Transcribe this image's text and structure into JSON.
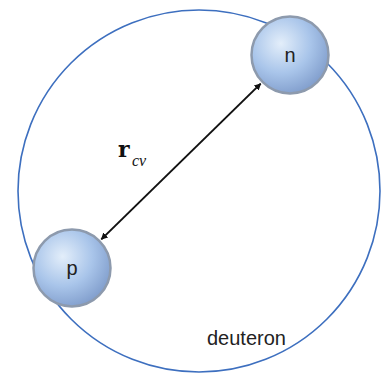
{
  "diagram": {
    "nodes": [
      {
        "text": [
          "deuteron"
        ]
      },
      {
        "text": [
          "p"
        ],
        "in": 0
      },
      {
        "text": [
          "n"
        ],
        "in": 0
      }
    ],
    "edges": [
      {
        "from": 1,
        "to": 2,
        "arrow": "both",
        "label": "r"
      }
    ],
    "labels": [
      "cv"
    ]
  }
}
